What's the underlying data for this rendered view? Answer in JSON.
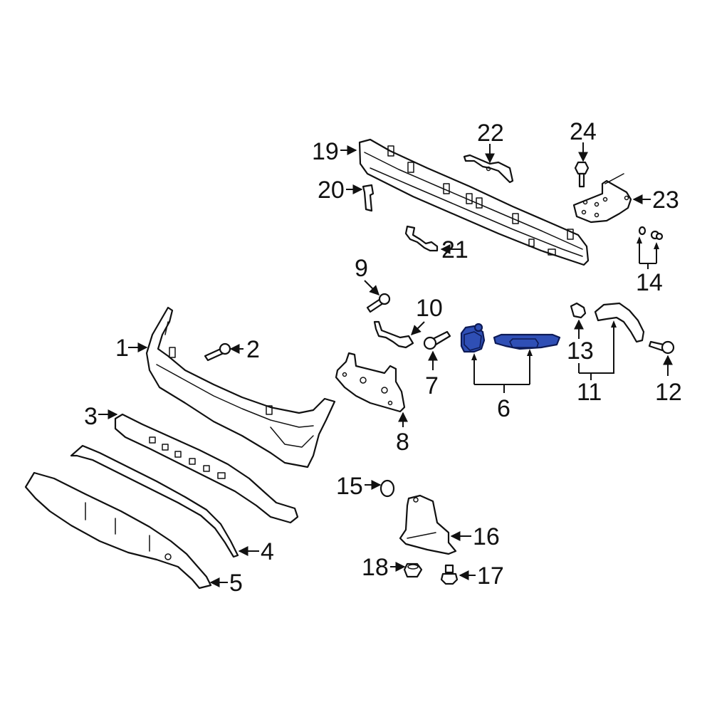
{
  "diagram": {
    "type": "exploded-parts-diagram",
    "subject": "Front bumper cover assembly",
    "highlight_color": "#2f4fb5",
    "line_color": "#111111",
    "background_color": "#ffffff",
    "highlighted_part": "6",
    "callouts": [
      {
        "id": "1",
        "label": "1"
      },
      {
        "id": "2",
        "label": "2"
      },
      {
        "id": "3",
        "label": "3"
      },
      {
        "id": "4",
        "label": "4"
      },
      {
        "id": "5",
        "label": "5"
      },
      {
        "id": "6",
        "label": "6"
      },
      {
        "id": "7",
        "label": "7"
      },
      {
        "id": "8",
        "label": "8"
      },
      {
        "id": "9",
        "label": "9"
      },
      {
        "id": "10",
        "label": "10"
      },
      {
        "id": "11",
        "label": "11"
      },
      {
        "id": "12",
        "label": "12"
      },
      {
        "id": "13",
        "label": "13"
      },
      {
        "id": "14",
        "label": "14"
      },
      {
        "id": "15",
        "label": "15"
      },
      {
        "id": "16",
        "label": "16"
      },
      {
        "id": "17",
        "label": "17"
      },
      {
        "id": "18",
        "label": "18"
      },
      {
        "id": "19",
        "label": "19"
      },
      {
        "id": "20",
        "label": "20"
      },
      {
        "id": "21",
        "label": "21"
      },
      {
        "id": "22",
        "label": "22"
      },
      {
        "id": "23",
        "label": "23"
      },
      {
        "id": "24",
        "label": "24"
      }
    ]
  }
}
